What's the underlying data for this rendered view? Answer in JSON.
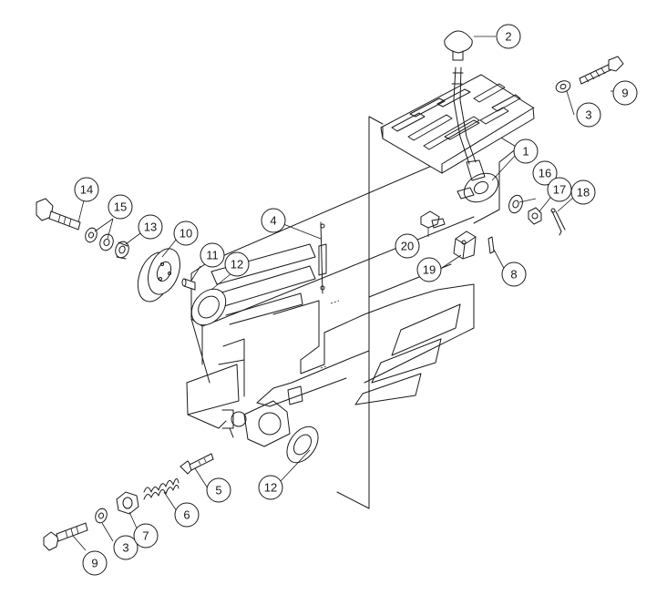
{
  "callouts": [
    {
      "id": "c1",
      "label": "1"
    },
    {
      "id": "c2",
      "label": "2"
    },
    {
      "id": "c3a",
      "label": "3"
    },
    {
      "id": "c3b",
      "label": "3"
    },
    {
      "id": "c4",
      "label": "4"
    },
    {
      "id": "c5",
      "label": "5"
    },
    {
      "id": "c6",
      "label": "6"
    },
    {
      "id": "c7",
      "label": "7"
    },
    {
      "id": "c8",
      "label": "8"
    },
    {
      "id": "c9a",
      "label": "9"
    },
    {
      "id": "c9b",
      "label": "9"
    },
    {
      "id": "c10",
      "label": "10"
    },
    {
      "id": "c11",
      "label": "11"
    },
    {
      "id": "c12a",
      "label": "12"
    },
    {
      "id": "c12b",
      "label": "12"
    },
    {
      "id": "c13",
      "label": "13"
    },
    {
      "id": "c14",
      "label": "14"
    },
    {
      "id": "c15",
      "label": "15"
    },
    {
      "id": "c16",
      "label": "16"
    },
    {
      "id": "c17",
      "label": "17"
    },
    {
      "id": "c18",
      "label": "18"
    },
    {
      "id": "c19",
      "label": "19"
    },
    {
      "id": "c20",
      "label": "20"
    }
  ]
}
